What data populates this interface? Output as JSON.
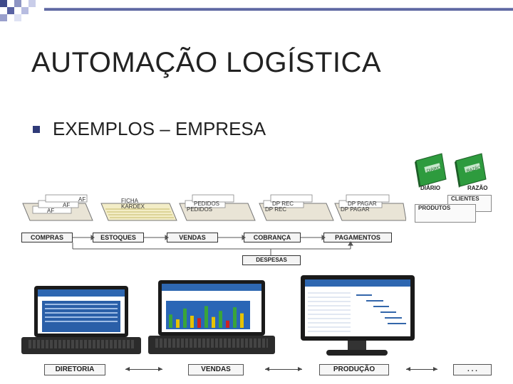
{
  "slide": {
    "title": "AUTOMAÇÃO LOGÍSTICA",
    "bullet": "EXEMPLOS – EMPRESA"
  },
  "colors": {
    "title_text": "#222222",
    "bullet_square": "#2f3a78",
    "top_line": "#4b5596",
    "book_green": "#2e9b3e",
    "app_blue": "#2e67b1"
  },
  "diagram": {
    "stack_labels": {
      "compras": [
        "AF",
        "AF",
        "AF"
      ],
      "estoques": [
        "FICHA",
        "KARDEX"
      ],
      "vendas": [
        "PEDIDOS",
        "PEDIDOS"
      ],
      "cobranca": [
        "DP REC",
        "DP REC"
      ],
      "pagamentos": [
        "DP PAGAR",
        "DP PAGAR"
      ]
    },
    "process_boxes": [
      "COMPRAS",
      "ESTOQUES",
      "VENDAS",
      "COBRANÇA",
      "PAGAMENTOS"
    ],
    "despesas": "DESPESAS"
  },
  "books": {
    "diario": "DIÁRIO",
    "razao": "RAZÃO",
    "cover_diario": "DIÁRIO",
    "cover_razao": "RAZÃO",
    "cards": [
      "CLIENTES",
      "PRODUTOS"
    ]
  },
  "bottom_boxes": [
    "DIRETORIA",
    "VENDAS",
    "PRODUÇÃO",
    ". . ."
  ],
  "chart_bars": [
    {
      "color": "#3aa53a",
      "value": 0.55
    },
    {
      "color": "#e6c200",
      "value": 0.35
    },
    {
      "color": "#3aa53a",
      "value": 0.8
    },
    {
      "color": "#e6c200",
      "value": 0.5
    },
    {
      "color": "#cc2222",
      "value": 0.4
    },
    {
      "color": "#3aa53a",
      "value": 0.9
    },
    {
      "color": "#e6c200",
      "value": 0.45
    },
    {
      "color": "#3aa53a",
      "value": 0.7
    },
    {
      "color": "#cc2222",
      "value": 0.3
    },
    {
      "color": "#3aa53a",
      "value": 0.85
    },
    {
      "color": "#e6c200",
      "value": 0.6
    }
  ]
}
